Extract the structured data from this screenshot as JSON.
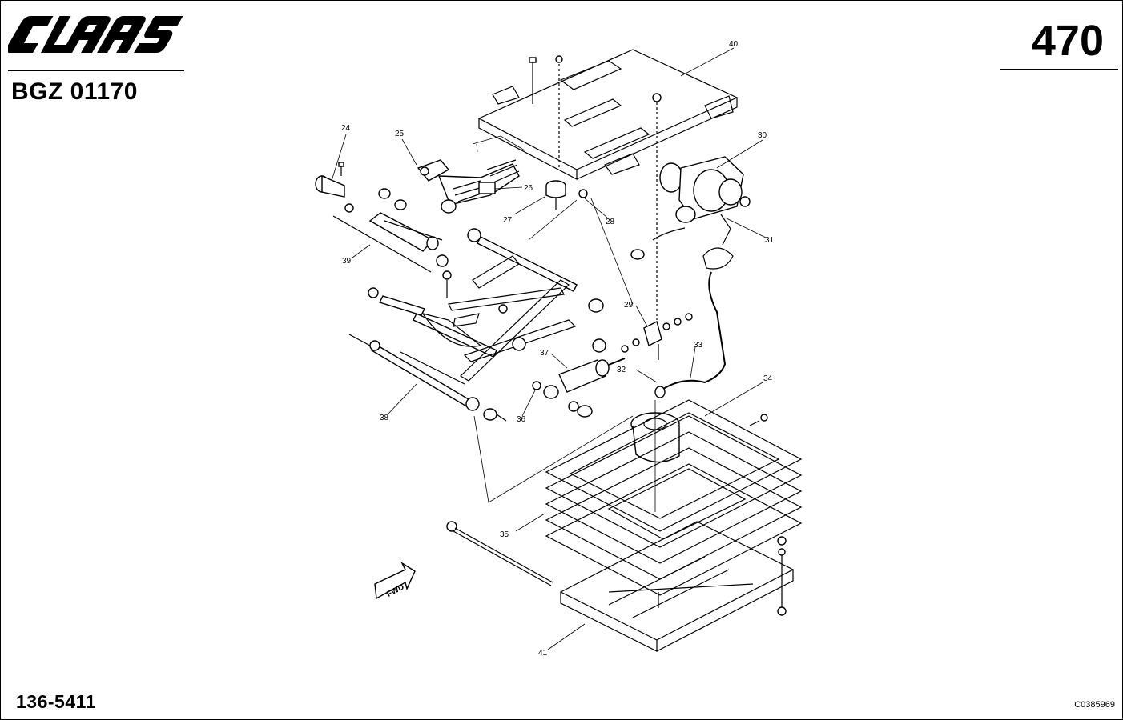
{
  "header": {
    "brand": "CLAAS",
    "document_id": "BGZ 01170",
    "page_number": "470"
  },
  "footer": {
    "part_number": "136-5411",
    "catalog_code": "C0385969"
  },
  "diagram": {
    "direction_marker": "FWD",
    "callouts": [
      "24",
      "25",
      "26",
      "27",
      "28",
      "29",
      "30",
      "31",
      "32",
      "33",
      "34",
      "35",
      "36",
      "37",
      "38",
      "39",
      "40",
      "41"
    ]
  }
}
